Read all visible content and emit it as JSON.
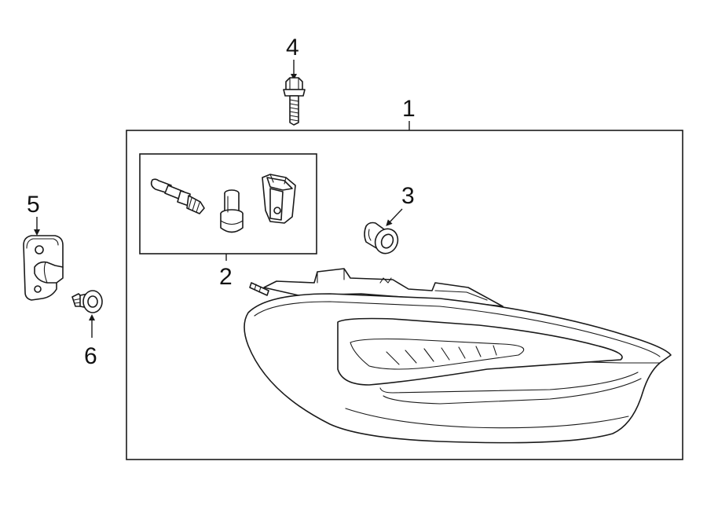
{
  "callouts": {
    "c1": "1",
    "c2": "2",
    "c3": "3",
    "c4": "4",
    "c5": "5",
    "c6": "6"
  },
  "parts": {
    "p1": "tail-lamp-assembly-icon",
    "p2": "bulb-and-socket-kit-icon",
    "p3": "grommet-icon",
    "p4": "bolt-icon",
    "p5": "bracket-icon",
    "p6": "push-pin-fastener-icon"
  },
  "colors": {
    "line": "#1a1a1a",
    "background": "#ffffff"
  }
}
